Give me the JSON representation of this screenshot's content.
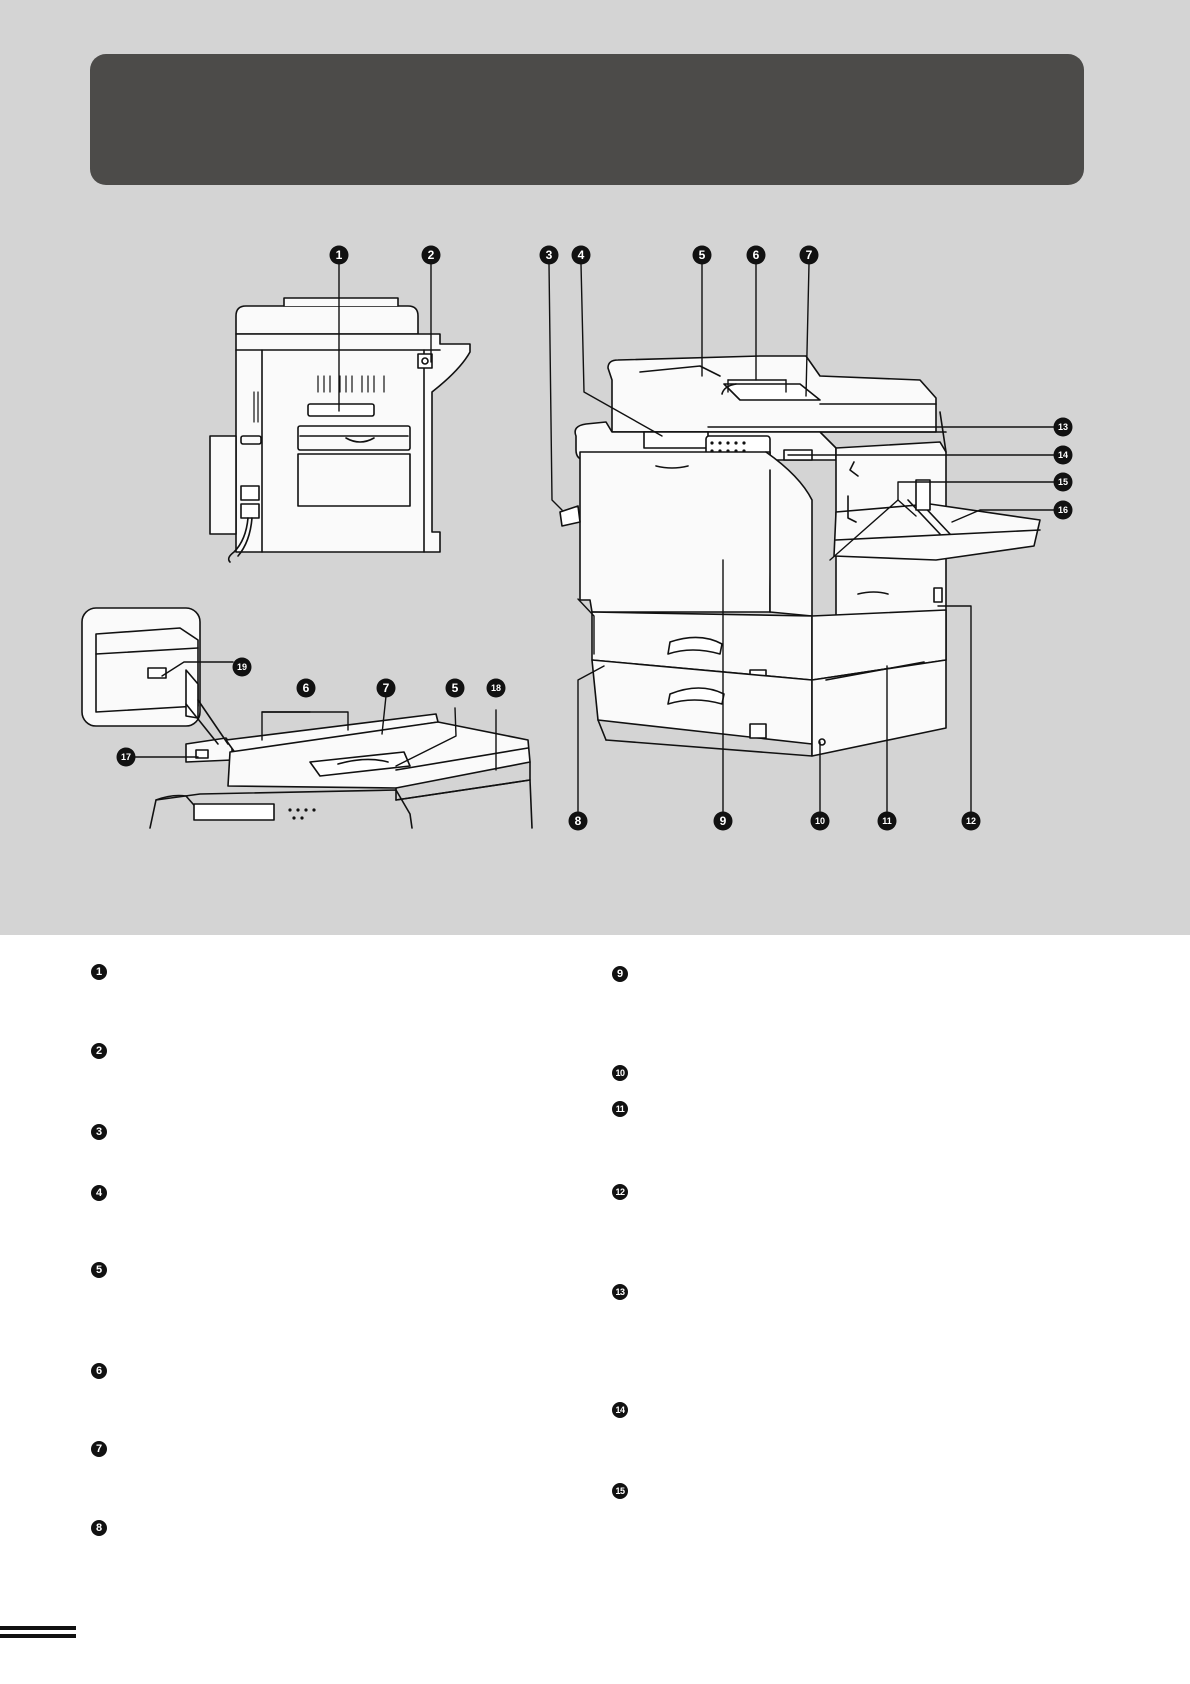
{
  "callouts": [
    "1",
    "2",
    "3",
    "4",
    "5",
    "6",
    "7",
    "8",
    "9",
    "10",
    "11",
    "12",
    "13",
    "14",
    "15",
    "16",
    "17",
    "18",
    "19"
  ],
  "legend": {
    "left_column": [
      "1",
      "2",
      "3",
      "4",
      "5",
      "6",
      "7",
      "8"
    ],
    "right_column": [
      "9",
      "10",
      "11",
      "12",
      "13",
      "14",
      "15"
    ]
  }
}
